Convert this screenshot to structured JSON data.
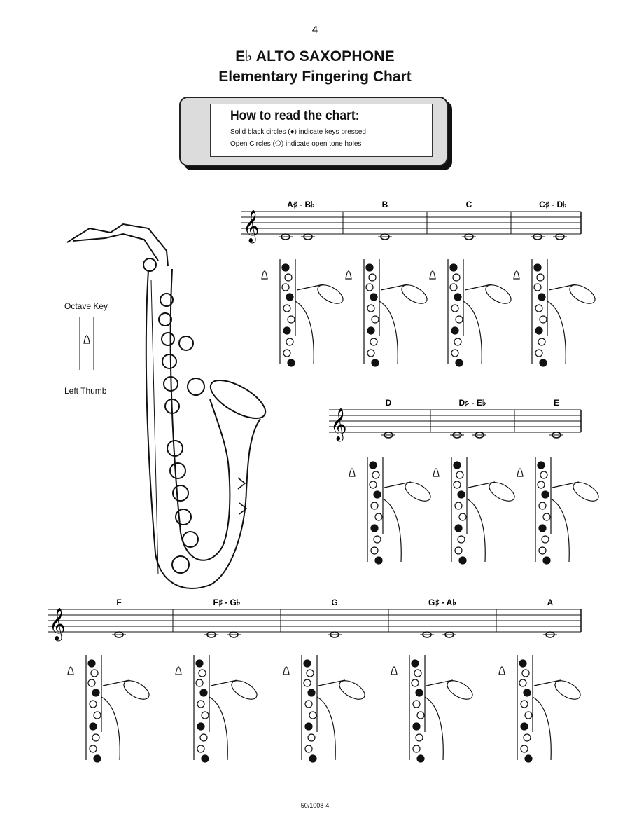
{
  "page": {
    "number": "4",
    "title": "E♭ ALTO SAXOPHONE",
    "subtitle": "Elementary Fingering Chart",
    "footer": "50/1008-4"
  },
  "legend": {
    "heading": "How to read the chart:",
    "solid_text": "Solid black circles (●) indicate keys pressed",
    "open_text": "Open Circles (❍) indicate open tone holes"
  },
  "labels": {
    "octave_key": "Octave Key",
    "left_thumb": "Left Thumb"
  },
  "rows": [
    {
      "notes": [
        "A♯ - B♭",
        "B",
        "C",
        "C♯ - D♭"
      ]
    },
    {
      "notes": [
        "D",
        "D♯ - E♭",
        "E"
      ]
    },
    {
      "notes": [
        "F",
        "F♯ - G♭",
        "G",
        "G♯ - A♭",
        "A"
      ]
    }
  ]
}
